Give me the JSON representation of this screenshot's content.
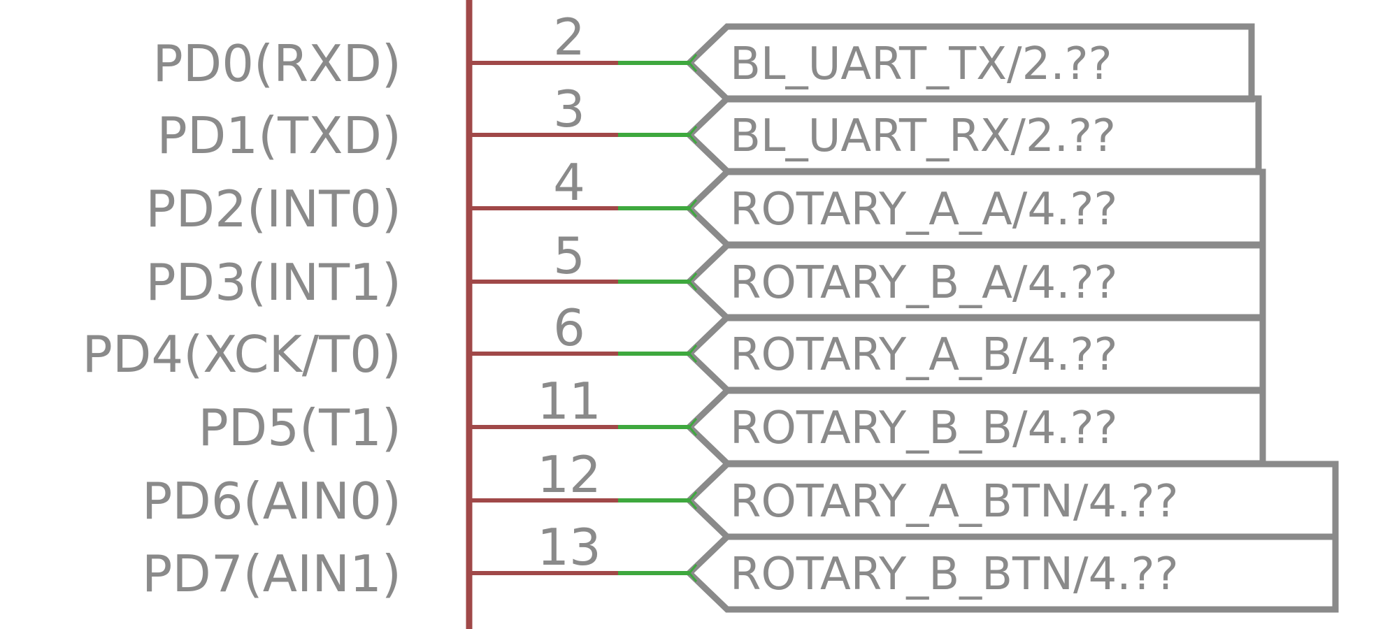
{
  "schematic": {
    "colors": {
      "pin": "#a04848",
      "wire": "#3ea83e",
      "label_outline": "#8a8a8a",
      "text": "#8a8a8a",
      "background": "#ffffff"
    },
    "pins": [
      {
        "name": "PD0(RXD)",
        "number": "2",
        "net": "BL_UART_TX/2.??"
      },
      {
        "name": "PD1(TXD)",
        "number": "3",
        "net": "BL_UART_RX/2.??"
      },
      {
        "name": "PD2(INT0)",
        "number": "4",
        "net": "ROTARY_A_A/4.??"
      },
      {
        "name": "PD3(INT1)",
        "number": "5",
        "net": "ROTARY_B_A/4.??"
      },
      {
        "name": "PD4(XCK/T0)",
        "number": "6",
        "net": "ROTARY_A_B/4.??"
      },
      {
        "name": "PD5(T1)",
        "number": "11",
        "net": "ROTARY_B_B/4.??"
      },
      {
        "name": "PD6(AIN0)",
        "number": "12",
        "net": "ROTARY_A_BTN/4.??"
      },
      {
        "name": "PD7(AIN1)",
        "number": "13",
        "net": "ROTARY_B_BTN/4.??"
      }
    ]
  }
}
